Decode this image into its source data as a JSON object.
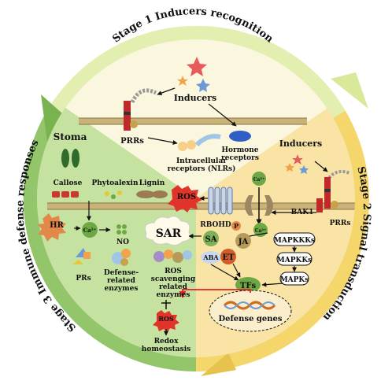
{
  "stages": {
    "stage1": "Stage 1  Inducers recognition",
    "stage2": "Stage 2  Signal transduction",
    "stage3": "Stage 3  Immune defense  responses"
  },
  "labels": {
    "inducers_top": "Inducers",
    "prrs_top": "PRRs",
    "hormone_receptors_1": "Hormone",
    "hormone_receptors_2": "receptors",
    "intracellular_1": "Intracellular",
    "intracellular_2": "receptors (NLRs)",
    "inducers_right": "Inducers",
    "bak1": "BAK1",
    "prrs_right": "PRRs",
    "ca_ion_top": "Ca²⁺",
    "ca_ion_bottom": "Ca²⁺",
    "rbohd": "RBOHD",
    "p": "P",
    "sa": "SA",
    "ja": "JA",
    "aba": "ABA",
    "et": "ET",
    "sar": "SAR",
    "ros_main": "ROS",
    "ros_small": "ROS",
    "mapkkks": "MAPKKKs",
    "mapkks": "MAPKKs",
    "mapks": "MAPKs",
    "tfs": "TFs",
    "defense_genes": "Defense genes",
    "stoma": "Stoma",
    "callose": "Callose",
    "phytoalexin": "Phytoalexin",
    "lignin": "Lignin",
    "hr": "HR",
    "ca_left": "Ca²⁺",
    "no": "NO",
    "prs": "PRs",
    "defense_enzymes_1": "Defense-",
    "defense_enzymes_2": "related",
    "defense_enzymes_3": "enzymes",
    "ros_scav_1": "ROS",
    "ros_scav_2": "scavenging",
    "ros_scav_3": "related",
    "ros_scav_4": "enzymes",
    "redox_1": "Redox",
    "redox_2": "homeostasis"
  },
  "colors": {
    "stage1_ring": "#e3efb0",
    "stage2_ring": "#f5d66a",
    "stage3_ring": "#93c56a",
    "inner_top": "#fbf7de",
    "inner_right": "#f9e4a5",
    "inner_left": "#c5e2a1",
    "membrane": "#c9b37a",
    "ros": "#e0332a"
  }
}
